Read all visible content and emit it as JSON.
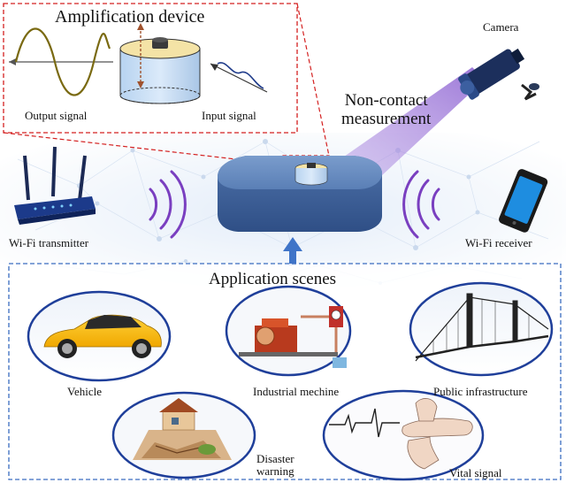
{
  "amplification": {
    "title": "Amplification device",
    "output_label": "Output signal",
    "input_label": "Input signal"
  },
  "camera_label": "Camera",
  "measurement": {
    "line1": "Non-contact",
    "line2": "measurement"
  },
  "wifi": {
    "transmitter_label": "Wi-Fi transmitter",
    "receiver_label": "Wi-Fi receiver"
  },
  "scenes": {
    "title": "Application scenes",
    "items": [
      {
        "label": "Vehicle",
        "icon": "car-icon"
      },
      {
        "label": "Industrial mechine",
        "icon": "machine-icon"
      },
      {
        "label": "Public infrastructure",
        "icon": "bridge-icon"
      },
      {
        "label_line1": "Disaster",
        "label_line2": "warning",
        "icon": "house-icon"
      },
      {
        "label": "Vital signal",
        "icon": "pulse-icon"
      }
    ]
  },
  "colors": {
    "dashed_red": "#d42020",
    "dashed_blue": "#3a6cc0",
    "device_blue": "#4a6fa5",
    "wave_purple": "#7a3fc0",
    "arrow_blue": "#3f74c8"
  }
}
